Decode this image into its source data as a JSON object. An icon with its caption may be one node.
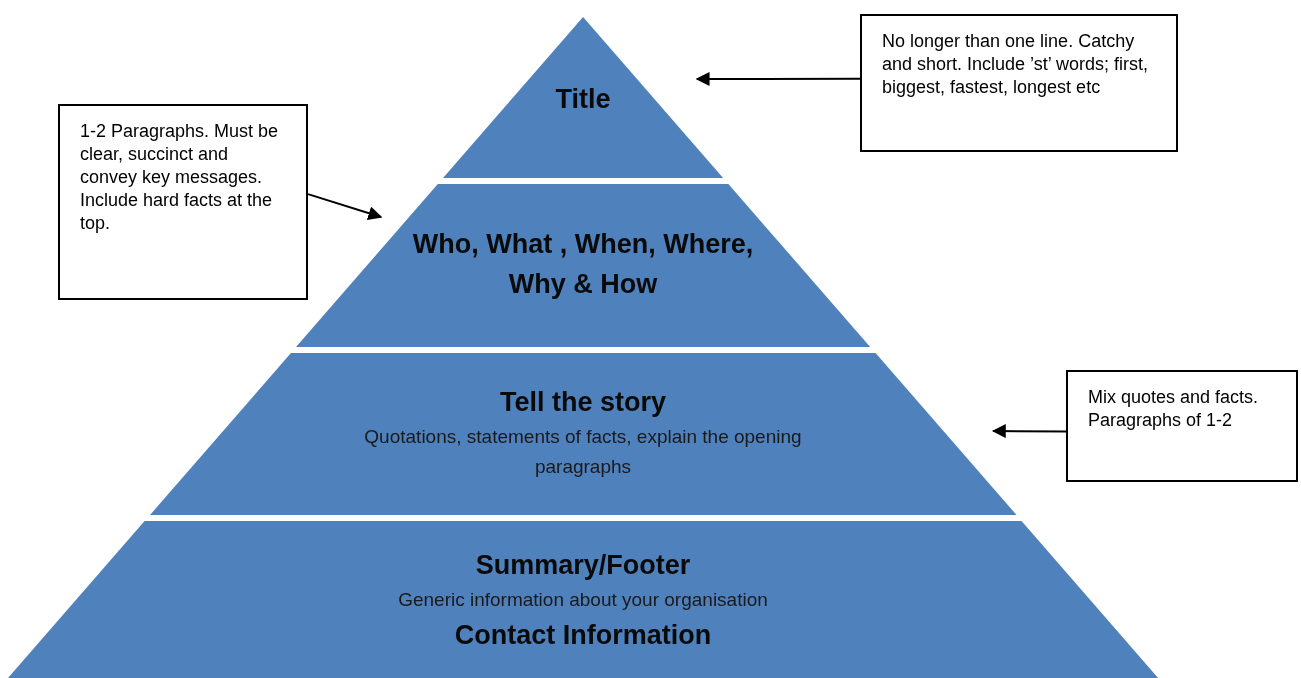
{
  "diagram": {
    "nodes": [
      {
        "text": [
          "Title"
        ]
      },
      {
        "text": [
          "Who, What , When, Where, Why & How"
        ]
      },
      {
        "text": [
          "Tell the story",
          "Quotations, statements of facts, explain the opening paragraphs"
        ]
      },
      {
        "text": [
          "Summary/Footer",
          "Generic information about your organisation",
          "Contact Information"
        ]
      },
      {
        "text": [
          "No longer than one line. Catchy and short. Include ’st’ words; first, biggest, fastest, longest etc"
        ]
      },
      {
        "text": [
          "1-2 Paragraphs. Must be clear, succinct and convey key messages. Include hard facts at the top."
        ]
      },
      {
        "text": [
          "Mix quotes and facts. Paragraphs of 1-2"
        ]
      }
    ],
    "edges": [
      {
        "from": 4,
        "to": 0,
        "arrow": "to"
      },
      {
        "from": 5,
        "to": 1,
        "arrow": "to"
      },
      {
        "from": 6,
        "to": 2,
        "arrow": "to"
      }
    ]
  }
}
